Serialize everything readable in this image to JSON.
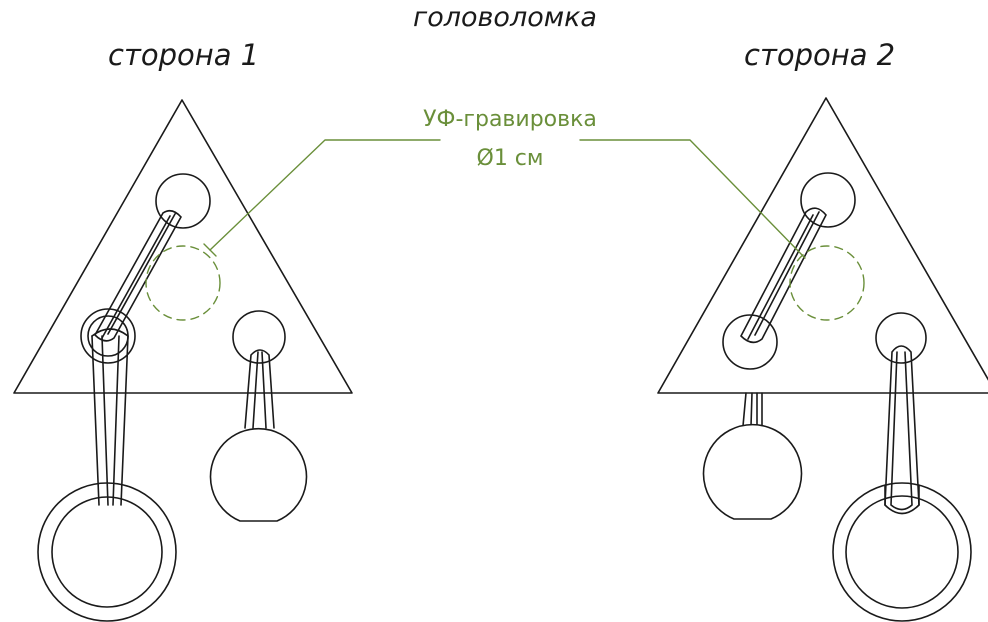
{
  "title": "головоломка",
  "side1_label": "сторона 1",
  "side2_label": "сторона 2",
  "annotation": {
    "line1": "УФ-гравировка",
    "line2": "Ø1 см"
  },
  "colors": {
    "outline": "#1a1a1a",
    "annotation": "#6a8f3a",
    "background": "#ffffff"
  }
}
